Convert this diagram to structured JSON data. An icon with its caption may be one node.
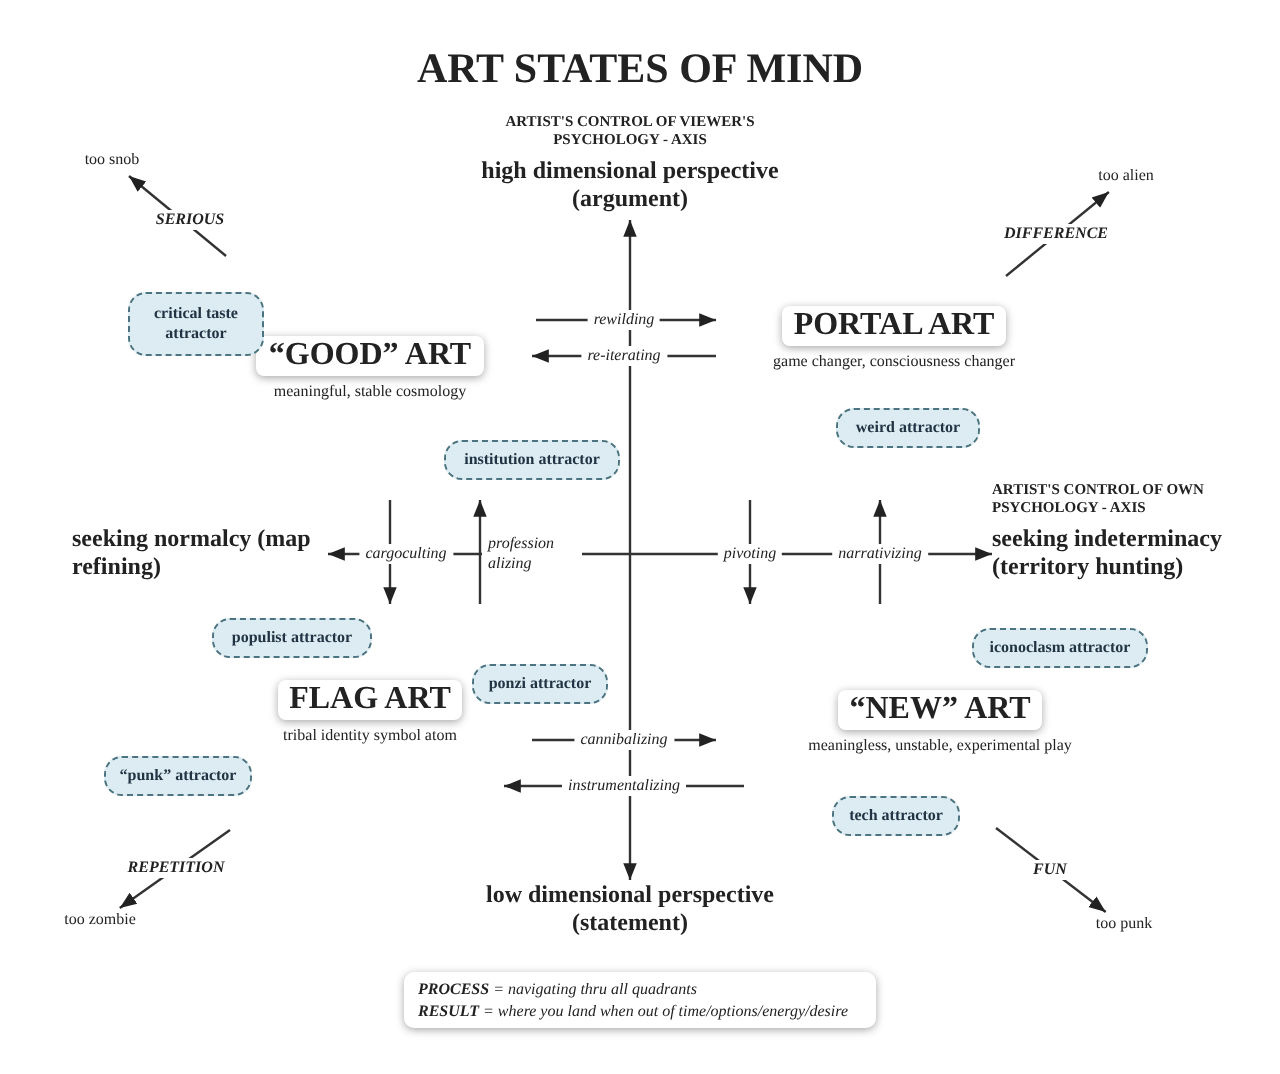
{
  "diagram": {
    "title": "ART STATES OF MIND",
    "nodes": [
      {
        "text": [
          "high dimensional perspective (argument)"
        ],
        "beside": [
          "ARTIST'S CONTROL OF VIEWER'S PSYCHOLOGY - AXIS"
        ]
      },
      {
        "text": [
          "low dimensional perspective (statement)"
        ]
      },
      {
        "text": [
          "seeking normalcy (map refining)"
        ]
      },
      {
        "text": [
          "seeking indeterminacy (territory hunting)"
        ],
        "beside": [
          "ARTIST'S CONTROL OF OWN PSYCHOLOGY - AXIS"
        ]
      },
      {
        "text": [
          "“GOOD” ART"
        ],
        "beside": [
          "meaningful, stable cosmology"
        ]
      },
      {
        "text": [
          "PORTAL ART"
        ],
        "beside": [
          "game changer, consciousness changer"
        ]
      },
      {
        "text": [
          "FLAG ART"
        ],
        "beside": [
          "tribal identity symbol atom"
        ]
      },
      {
        "text": [
          "“NEW” ART"
        ],
        "beside": [
          "meaningless, unstable, experimental play"
        ]
      },
      {
        "text": [
          "critical taste attractor"
        ]
      },
      {
        "text": [
          "institution attractor"
        ]
      },
      {
        "text": [
          "weird attractor"
        ]
      },
      {
        "text": [
          "populist attractor"
        ]
      },
      {
        "text": [
          "iconoclasm attractor"
        ]
      },
      {
        "text": [
          "ponzi attractor"
        ]
      },
      {
        "text": [
          "“punk” attractor"
        ]
      },
      {
        "text": [
          "tech attractor"
        ]
      },
      {
        "text": [
          "too snob"
        ]
      },
      {
        "text": [
          "too alien"
        ]
      },
      {
        "text": [
          "too zombie"
        ]
      },
      {
        "text": [
          "too punk"
        ]
      },
      {
        "text": [
          "**PROCESS** = navigating thru all quadrants",
          "**RESULT** = where you land when out of time/options/energy/desire"
        ]
      }
    ],
    "edges": [
      {
        "from": 1,
        "to": 0,
        "arrow": "both"
      },
      {
        "from": 2,
        "to": 3,
        "arrow": "both"
      },
      {
        "from": null,
        "to": 16,
        "arrow": "to",
        "label": "SERIOUS"
      },
      {
        "from": null,
        "to": 17,
        "arrow": "to",
        "label": "DIFFERENCE"
      },
      {
        "from": null,
        "to": 18,
        "arrow": "to",
        "label": "REPETITION"
      },
      {
        "from": null,
        "to": 19,
        "arrow": "to",
        "label": "FUN"
      }
    ],
    "labels": [
      "rewilding",
      "re-iterating",
      "cargoculting",
      "profession alizing",
      "pivoting",
      "narrativizing",
      "cannibalizing",
      "instrumentalizing"
    ]
  }
}
